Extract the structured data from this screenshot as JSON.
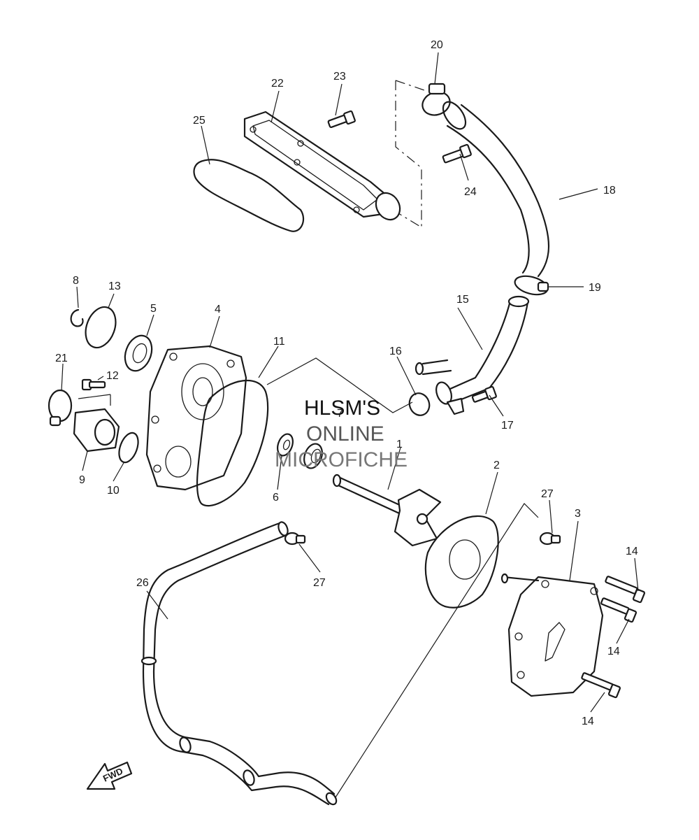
{
  "watermark": {
    "line1": "HLSM'S",
    "line2": "ONLINE",
    "line3": "MICROFICHE"
  },
  "direction_label": "FWD",
  "callouts": {
    "c1": "1",
    "c2": "2",
    "c3": "3",
    "c4": "4",
    "c5": "5",
    "c6": "6",
    "c7": "7",
    "c8": "8",
    "c9": "9",
    "c10": "10",
    "c11": "11",
    "c12": "12",
    "c13": "13",
    "c14a": "14",
    "c14b": "14",
    "c14c": "14",
    "c15": "15",
    "c16": "16",
    "c17": "17",
    "c18": "18",
    "c19": "19",
    "c20": "20",
    "c21": "21",
    "c22": "22",
    "c23": "23",
    "c24": "24",
    "c25": "25",
    "c26": "26",
    "c27a": "27",
    "c27b": "27"
  }
}
